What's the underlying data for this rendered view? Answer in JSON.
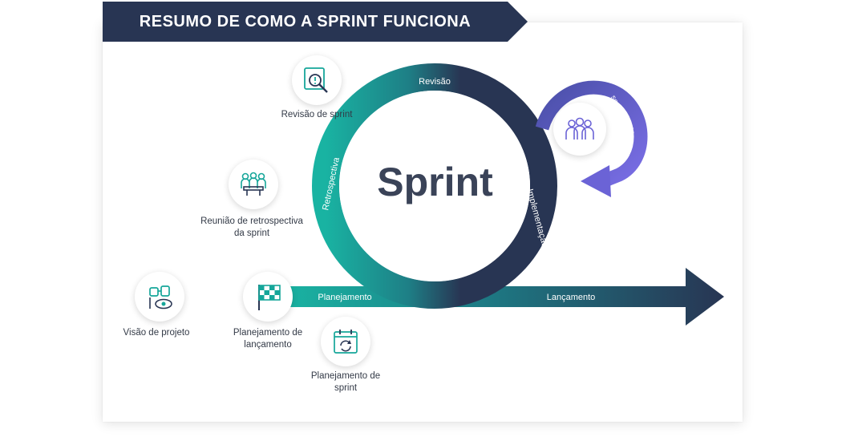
{
  "title": "RESUMO DE COMO A SPRINT FUNCIONA",
  "center_label": "Sprint",
  "cycle_labels": {
    "review": "Revisão",
    "retrospective": "Retrospectiva",
    "implementation": "Implementação",
    "planning": "Planejamento",
    "release": "Lançamento",
    "daily": "scrum diário"
  },
  "steps": [
    {
      "id": "vision",
      "label": "Visão de projeto",
      "icon": "vision-binoculars-icon"
    },
    {
      "id": "release-planning",
      "label_lines": [
        "Planejamento de",
        "lançamento"
      ],
      "icon": "checkered-flag-icon"
    },
    {
      "id": "sprint-planning",
      "label_lines": [
        "Planejamento de",
        "sprint"
      ],
      "icon": "calendar-cycle-icon"
    },
    {
      "id": "retrospective-meeting",
      "label_lines": [
        "Reunião de retrospectiva",
        "da sprint"
      ],
      "icon": "meeting-table-icon"
    },
    {
      "id": "sprint-review",
      "label": "Revisão de sprint",
      "icon": "magnifier-document-icon"
    },
    {
      "id": "daily-scrum",
      "icon": "team-icon"
    }
  ],
  "colors": {
    "navy": "#283553",
    "teal": "#16a69a",
    "purple": "#6b63d6",
    "text": "#333a47"
  }
}
